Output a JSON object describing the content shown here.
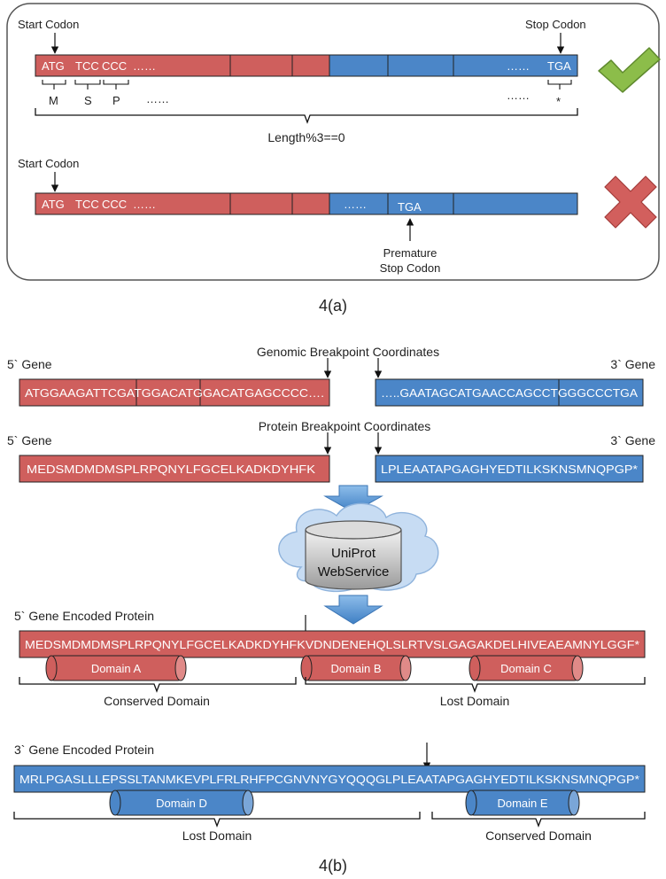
{
  "colors": {
    "red_fill": "#cf5f5d",
    "red_stroke": "#8b2f2d",
    "blue_fill": "#4b86c8",
    "blue_stroke": "#1f4e82",
    "check_green": "#8cbd4a",
    "cross_red": "#d25f5d",
    "arrow_blue": "#5a9ad6",
    "cloud_fill": "#c7dcf3"
  },
  "panel_a": {
    "label": "4(a)",
    "start_codon_1": "Start Codon",
    "stop_codon": "Stop Codon",
    "seq1": [
      "ATG",
      "TCC",
      "CCC",
      "……",
      "……",
      "TGA"
    ],
    "amino": [
      "M",
      "S",
      "P",
      "……",
      "……",
      "*"
    ],
    "length_rule": "Length%3==0",
    "start_codon_2": "Start Codon",
    "seq2": [
      "ATG",
      "TCC",
      "CCC",
      "……",
      "……",
      "TGA"
    ],
    "premature_1": "Premature",
    "premature_2": "Stop Codon",
    "valid_icon": "checkmark-icon",
    "invalid_icon": "cross-icon"
  },
  "panel_b": {
    "label": "4(b)",
    "genomic_title": "Genomic Breakpoint Coordinates",
    "five_gene_1": "5` Gene",
    "three_gene_1": "3` Gene",
    "genomic_5_seq": "ATGGAAGATTCGATGGACATGGACATGAGCCCC….",
    "genomic_3_seq": "…..GAATAGCATGAACCAGCCTGGGCCCTGA",
    "protein_title": "Protein Breakpoint Coordinates",
    "five_gene_2": "5` Gene",
    "three_gene_2": "3` Gene",
    "protein_5_seq": "MEDSMDMDMSPLRPQNYLFGCELKADKDYHFK",
    "protein_3_seq": "LPLEAATAPGAGHYEDTILKSKNSMNQPGP*",
    "uniprot_1": "UniProt",
    "uniprot_2": "WebService",
    "five_encoded_title": "5` Gene Encoded Protein",
    "five_encoded_seq": "MEDSMDMDMSPLRPQNYLFGCELKADKDYHFKVDNDENEHQLSLRTVSLGAGAKDELHIVEAEAMNYLGGF*",
    "domain_a": "Domain A",
    "domain_b": "Domain B",
    "domain_c": "Domain C",
    "conserved_1": "Conserved Domain",
    "lost_1": "Lost Domain",
    "three_encoded_title": "3` Gene Encoded Protein",
    "three_encoded_seq": "MRLPGASLLLEPSSLTANMKEVPLFRLRHFPCGNVNYGYQQQGLPLEAATAPGAGHYEDTILKSKNSMNQPGP*",
    "domain_d": "Domain D",
    "domain_e": "Domain E",
    "lost_2": "Lost Domain",
    "conserved_2": "Conserved Domain"
  }
}
